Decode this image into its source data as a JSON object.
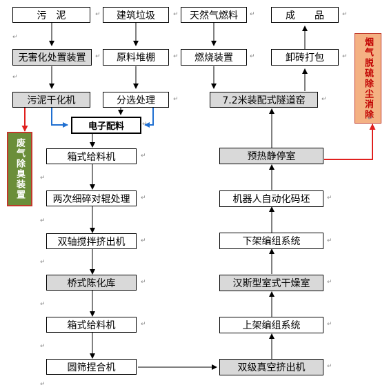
{
  "colors": {
    "flow_line": "#000000",
    "branch_line": "#1f6fd1",
    "exhaust_line": "#e0201e",
    "box_gray": "#d9d9d9",
    "waste_gas_box": "#6b8e3a",
    "flue_gas_box": "#f4b183"
  },
  "nodes": {
    "sludge": "污　泥",
    "construction_waste": "建筑垃圾",
    "natural_gas": "天然气燃料",
    "product": "成　　品",
    "harmless_treatment": "无害化处置装置",
    "material_shed": "原料堆棚",
    "combustion_device": "燃烧装置",
    "unload_pack": "卸砖打包",
    "sludge_dryer": "污泥干化机",
    "sorting": "分选处理",
    "tunnel_kiln": "7.2米装配式隧道窑",
    "electronic_batching": "电子配料",
    "box_feeder_1": "箱式给料机",
    "preheat_room": "预热静停室",
    "fine_crush": "两次细碎对辊处理",
    "robot_stacking": "机器人自动化码坯",
    "mixer_extruder": "双轴搅拌挤出机",
    "unloading_system": "下架编组系统",
    "bridge_aging": "桥式陈化库",
    "hans_dryer": "汉斯型室式干燥室",
    "box_feeder_2": "箱式给料机",
    "loading_system": "上架编组系统",
    "drum_mixer": "圆筛捏合机",
    "vacuum_extruder": "双级真空挤出机",
    "waste_gas_device": "废气除臭装置",
    "flue_gas_device": "烟气脱硫除尘消除"
  }
}
